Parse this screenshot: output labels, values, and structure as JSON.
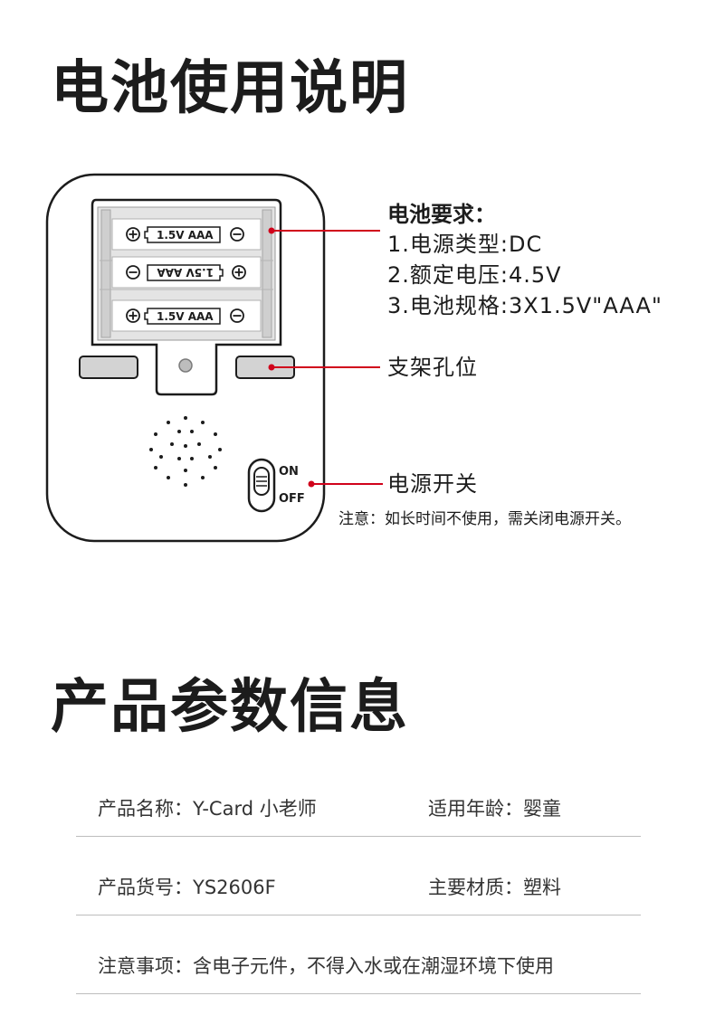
{
  "sections": {
    "battery_title": "电池使用说明",
    "params_title": "产品参数信息"
  },
  "battery": {
    "req_title": "电池要求：",
    "req_lines": [
      "1.电源类型:DC",
      "2.额定电压:4.5V",
      "3.电池规格:3X1.5V\"AAA\""
    ],
    "cell_label": "1.5V AAA",
    "bracket_label": "支架孔位",
    "switch_label": "电源开关",
    "switch_on": "ON",
    "switch_off": "OFF",
    "note": "注意：如长时间不使用，需关闭电源开关。"
  },
  "params": {
    "row1": {
      "left": "产品名称：Y-Card 小老师",
      "right": "适用年龄：婴童"
    },
    "row2": {
      "left": "产品货号：YS2606F",
      "right": "主要材质：塑料"
    },
    "row3": {
      "left": "注意事项：含电子元件，不得入水或在潮湿环境下使用"
    }
  },
  "colors": {
    "accent": "#d0021b",
    "text": "#1c1c1c",
    "outline": "#1c1c1c",
    "divider": "#bdbdbd"
  }
}
